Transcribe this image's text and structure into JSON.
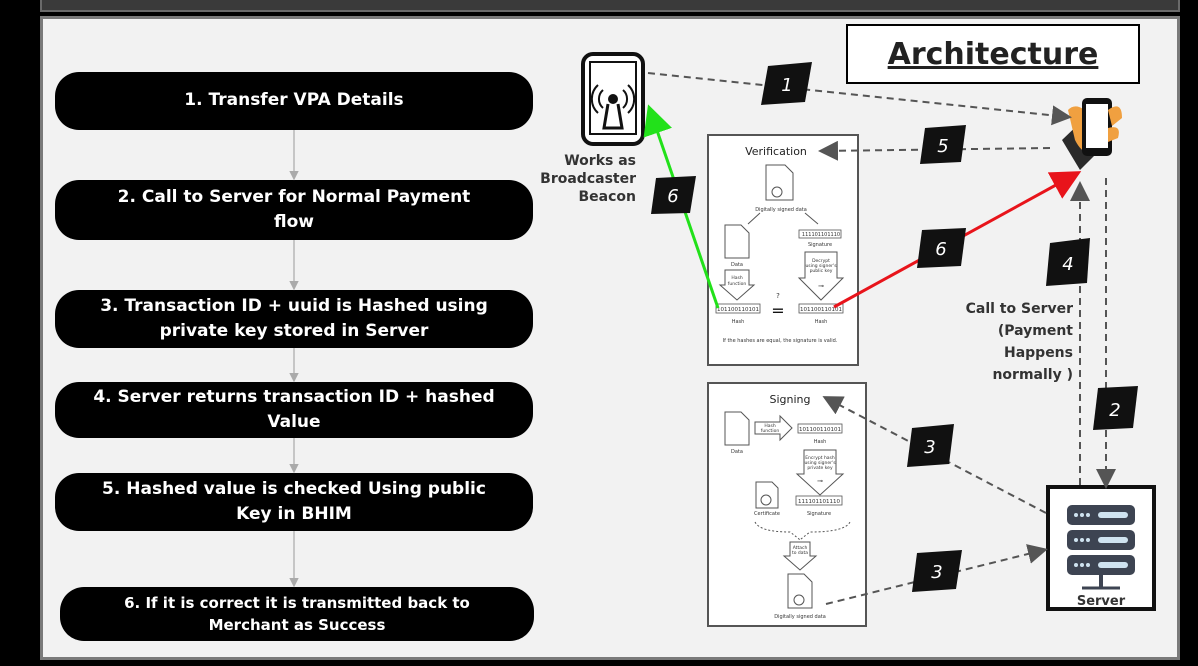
{
  "title": "Architecture",
  "steps": [
    "1.  Transfer VPA Details",
    "2.  Call to  Server for Normal Payment flow",
    "3.  Transaction ID + uuid is Hashed using private key stored in Server",
    "4.  Server returns transaction ID + hashed Value",
    "5.  Hashed value is checked Using public Key in BHIM",
    "6.  If it is correct it is transmitted back to Merchant as Success"
  ],
  "beacon_label": [
    "Works as",
    "Broadcaster",
    "Beacon"
  ],
  "server_call_label": [
    "Call to Server",
    "(Payment",
    "Happens",
    "normally )"
  ],
  "server_label": "Server",
  "badges": {
    "b1": "1",
    "b2": "2",
    "b3a": "3",
    "b3b": "3",
    "b4": "4",
    "b5": "5",
    "b6a": "6",
    "b6b": "6"
  },
  "verification": {
    "title": "Verification",
    "signed_data": "Digitally signed data",
    "data": "Data",
    "signature": "Signature",
    "hash_fn": [
      "Hash",
      "function"
    ],
    "decrypt": [
      "Decrypt",
      "using signer's",
      "public key"
    ],
    "hash_left": "101100110101",
    "hash_right": "101100110101",
    "sig_bits": "111101101110",
    "hash": "Hash",
    "question": "?",
    "footer": "If the hashes are equal, the signature is valid."
  },
  "signing": {
    "title": "Signing",
    "data": "Data",
    "hash_fn": [
      "Hash",
      "function"
    ],
    "hash_bits": "101100110101",
    "hash": "Hash",
    "encrypt": [
      "Encrypt hash",
      "using signer's",
      "private key"
    ],
    "sig_bits": "111101101110",
    "signature": "Signature",
    "certificate": "Certificate",
    "attach": [
      "Attach",
      "to data"
    ],
    "signed_data": "Digitally signed data"
  },
  "colors": {
    "green_arrow": "#22e11a",
    "red_arrow": "#e8141b",
    "dashed": "#555555"
  }
}
